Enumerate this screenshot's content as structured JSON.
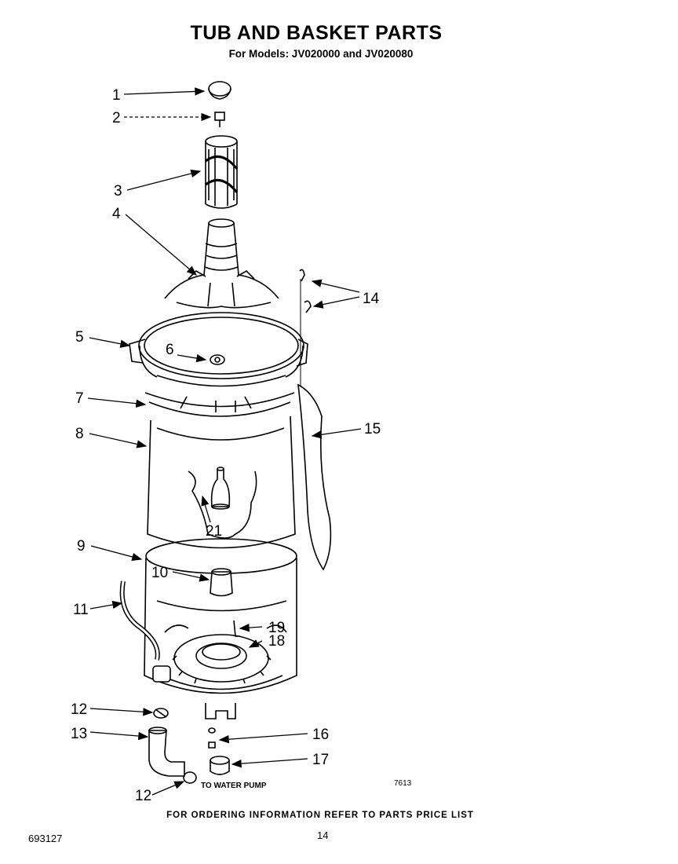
{
  "header": {
    "title": "TUB AND BASKET PARTS",
    "subtitle": "For Models: JV020000 and JV020080"
  },
  "callouts": {
    "c1": "1",
    "c2": "2",
    "c3": "3",
    "c4": "4",
    "c5": "5",
    "c6": "6",
    "c7": "7",
    "c8": "8",
    "c9": "9",
    "c10": "10",
    "c11": "11",
    "c12a": "12",
    "c12b": "12",
    "c13": "13",
    "c14": "14",
    "c15": "15",
    "c16": "16",
    "c17": "17",
    "c18": "18",
    "c19": "19",
    "c21": "21"
  },
  "labels": {
    "to_water_pump": "TO WATER PUMP",
    "figure_number": "7613"
  },
  "footer": {
    "ordering_info": "FOR ORDERING INFORMATION REFER TO PARTS PRICE LIST",
    "doc_number": "693127",
    "page_number": "14"
  }
}
